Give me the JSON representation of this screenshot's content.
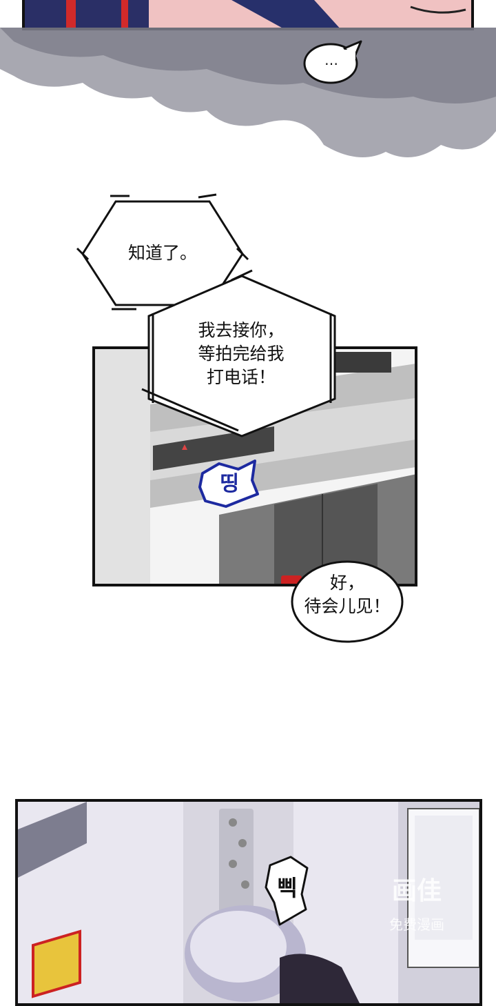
{
  "bubbles": {
    "ellipsis": "…",
    "known": "知道了。",
    "pickup": "我去接你，\n等拍完给我\n打电话！",
    "reply": "好，\n待会儿见！"
  },
  "sfx": {
    "ding": "띵",
    "beep": "삑"
  },
  "watermark": {
    "logo": "画佳",
    "caption": "免费漫画"
  }
}
